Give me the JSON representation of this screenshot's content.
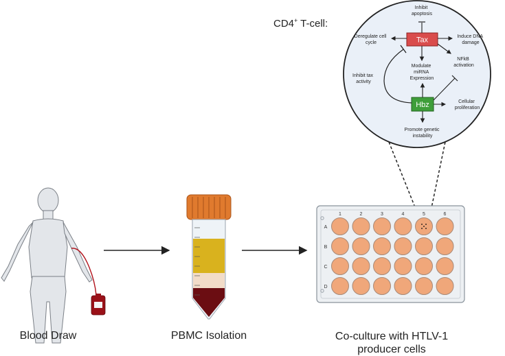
{
  "stages": [
    {
      "label": "Blood Draw"
    },
    {
      "label": "PBMC Isolation"
    },
    {
      "label_line1": "Co-culture with HTLV-1",
      "label_line2": "producer cells"
    }
  ],
  "cell_title": {
    "prefix": "CD4",
    "superscript": "+",
    "suffix": " T-cell:"
  },
  "nodes": {
    "tax": {
      "label": "Tax",
      "color": "#d94c4c"
    },
    "hbz": {
      "label": "Hbz",
      "color": "#3f9e3a"
    }
  },
  "effects": {
    "inhibit_apoptosis": {
      "line1": "Inhibit",
      "line2": "apoptosis"
    },
    "deregulate": {
      "line1": "Deregulate cell",
      "line2": "cycle"
    },
    "induce_dna": {
      "line1": "Induce DNA",
      "line2": "damage"
    },
    "nfkb": {
      "line1": "NFkB",
      "line2": "activation"
    },
    "modulate": {
      "line1": "Modulate",
      "line2": "miRNA",
      "line3": "Expression"
    },
    "inhibit_tax": {
      "line1": "Inhibit tax",
      "line2": "activity"
    },
    "proliferation": {
      "line1": "Cellular",
      "line2": "proliferation"
    },
    "genetic": {
      "line1": "Promote genetic",
      "line2": "instability"
    }
  },
  "plate": {
    "columns": [
      "1",
      "2",
      "3",
      "4",
      "5",
      "6"
    ],
    "rows": [
      "A",
      "B",
      "C",
      "D"
    ],
    "well_color": "#f0a77a",
    "highlighted_well": "A5"
  },
  "colors": {
    "circle_fill": "#eaf0f8",
    "blood": "#6b0d12",
    "plasma": "#d9b21e",
    "cap": "#e07a2e"
  }
}
